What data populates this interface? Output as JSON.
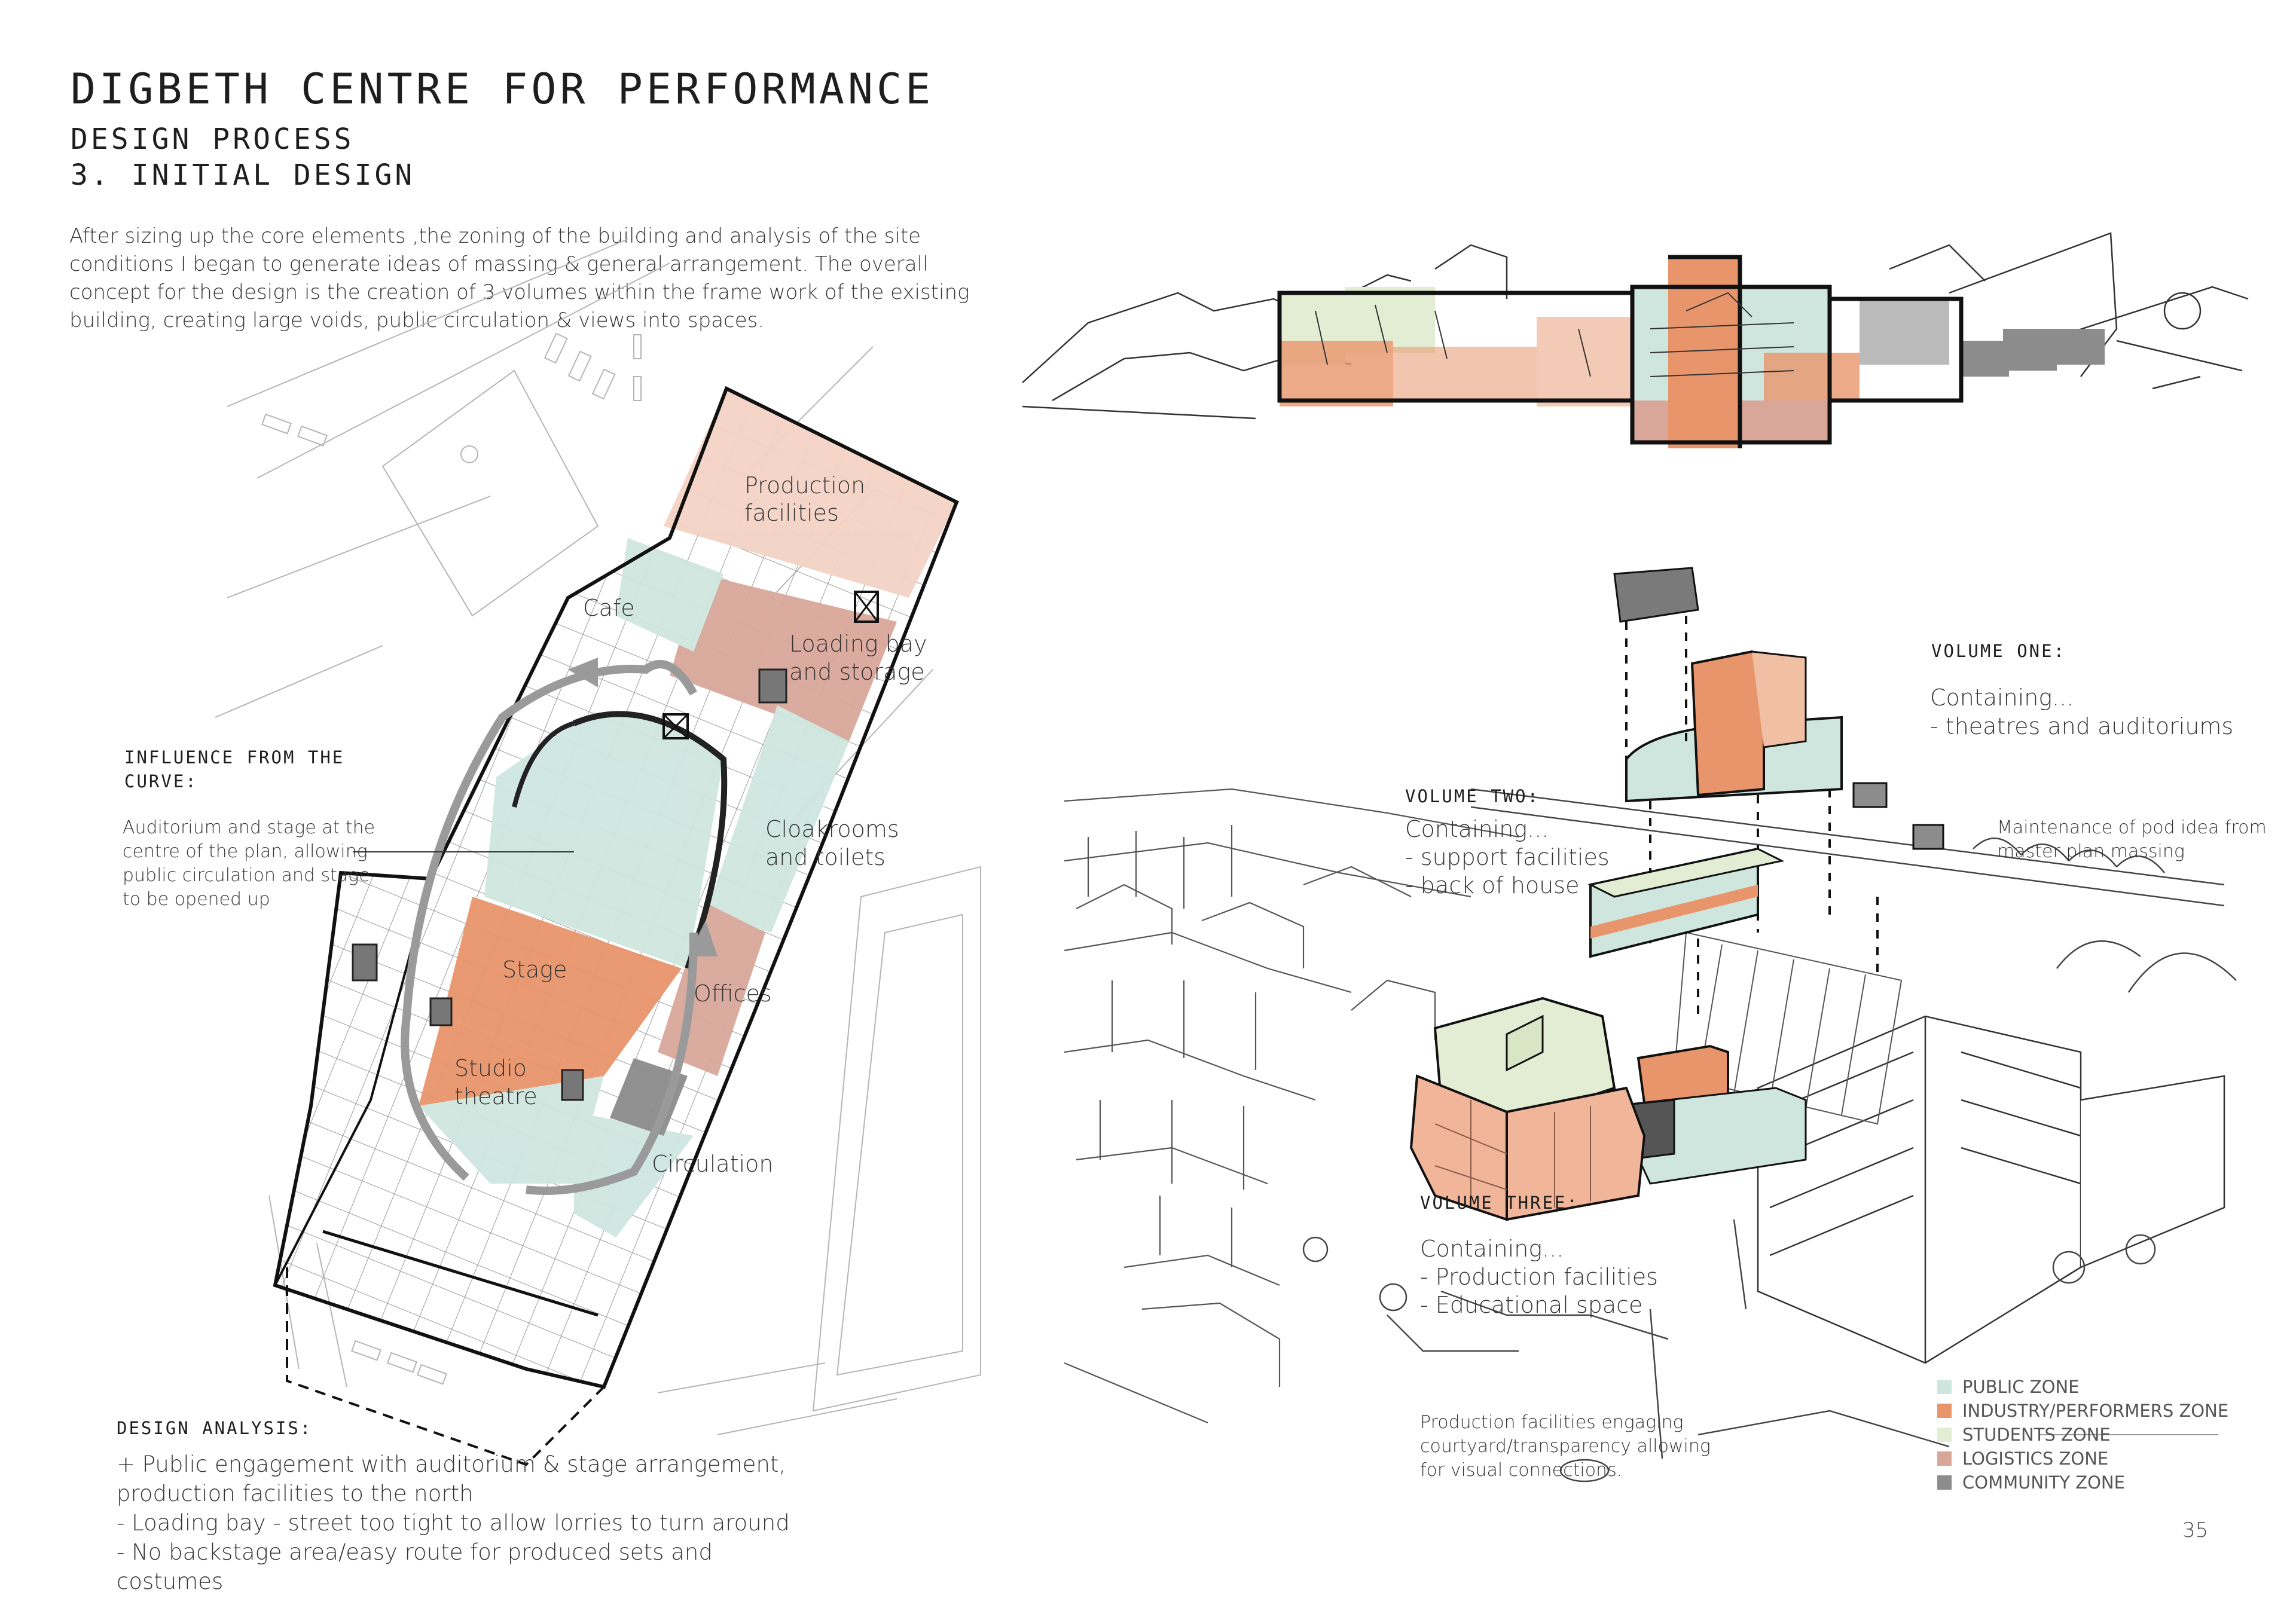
{
  "header": {
    "title": "DIGBETH CENTRE FOR PERFORMANCE",
    "subtitle_line1": "DESIGN PROCESS",
    "subtitle_line2": "3. INITIAL DESIGN"
  },
  "intro": {
    "text": "After sizing up the core elements ,the zoning of the building and analysis of the site conditions I began to generate ideas of massing & general arrangement. The overall concept for the design is the creation of 3 volumes within the frame work of the existing building, creating large voids, public circulation & views into spaces."
  },
  "influence": {
    "heading_line1": "INFLUENCE FROM THE",
    "heading_line2": "CURVE:",
    "note_lines": [
      "Auditorium and stage at the",
      "centre of the plan, allowing",
      "public circulation and stage",
      "to be opened up"
    ]
  },
  "plan_labels": {
    "production_1": "Production",
    "production_2": "facilities",
    "cafe": "Cafe",
    "loading_1": "Loading bay",
    "loading_2": "and storage",
    "cloak_1": "Cloakrooms",
    "cloak_2": "and toilets",
    "stage": "Stage",
    "offices": "Offices",
    "studio_1": "Studio",
    "studio_2": "theatre",
    "circulation": "Circulation"
  },
  "analysis": {
    "heading": "DESIGN ANALYSIS:",
    "lines": [
      "+ Public engagement with auditorium & stage arrangement,",
      "production facilities to the north",
      "- Loading bay - street too tight to allow lorries to turn around",
      "- No backstage area/easy route for produced sets and",
      "costumes"
    ]
  },
  "volumes": {
    "one": {
      "heading": "VOLUME ONE:",
      "line1": "Containing...",
      "line2": "- theatres and auditoriums"
    },
    "two": {
      "heading": "VOLUME TWO:",
      "line1": "Containing...",
      "line2": "- support facilities",
      "line3": "- back of house"
    },
    "three": {
      "heading": "VOLUME THREE:",
      "line1": "Containing...",
      "line2": "- Production facilities",
      "line3": "- Educational space"
    }
  },
  "pod_note": {
    "line1": "Maintenance of pod idea from",
    "line2": "master plan massing"
  },
  "courtyard_note": {
    "line1": "Production facilities engaging",
    "line2": "courtyard/transparency allowing",
    "line3": "for visual connections."
  },
  "legend": [
    {
      "label": "PUBLIC ZONE",
      "color": "#cfe6df"
    },
    {
      "label": "INDUSTRY/PERFORMERS ZONE",
      "color": "#e8956b"
    },
    {
      "label": "STUDENTS ZONE",
      "color": "#e3edd4"
    },
    {
      "label": "LOGISTICS ZONE",
      "color": "#d9a79a"
    },
    {
      "label": "COMMUNITY ZONE",
      "color": "#8c8c8c"
    }
  ],
  "page_number": "35",
  "colors": {
    "public": "#cfe6df",
    "industry": "#e8956b",
    "students": "#e3edd4",
    "logistics": "#d9a79a",
    "production": "#f3d3c5",
    "community": "#8c8c8c"
  }
}
